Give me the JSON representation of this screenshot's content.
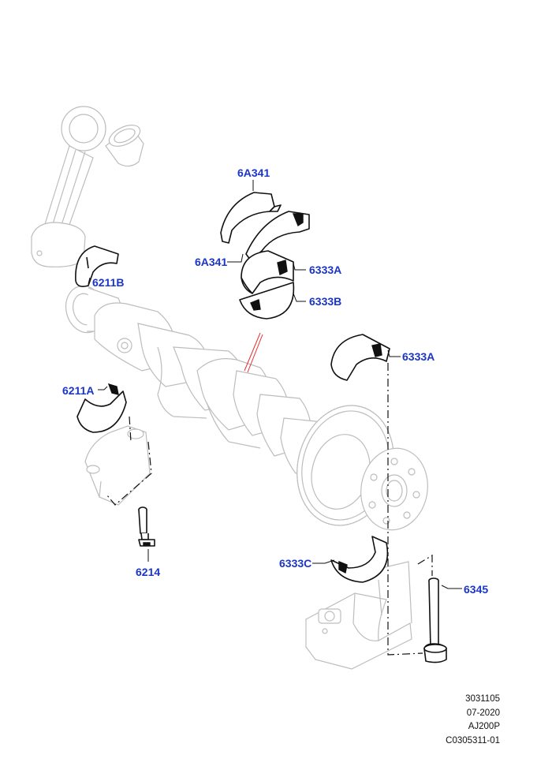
{
  "colors": {
    "label": "#1a35c8",
    "part": "#111111",
    "ghost": "#bdbdbd",
    "alignment": "#e53030"
  },
  "labels": {
    "p6A341_top": "6A341",
    "p6A341_bottom": "6A341",
    "p6333A_upper": "6333A",
    "p6333B": "6333B",
    "p6333A_right": "6333A",
    "p6211B": "6211B",
    "p6211A": "6211A",
    "p6214": "6214",
    "p6333C": "6333C",
    "p6345": "6345"
  },
  "footer": {
    "line1": "3031105",
    "line2": "07-2020",
    "line3": "AJ200P",
    "line4": "C0305311-01"
  }
}
